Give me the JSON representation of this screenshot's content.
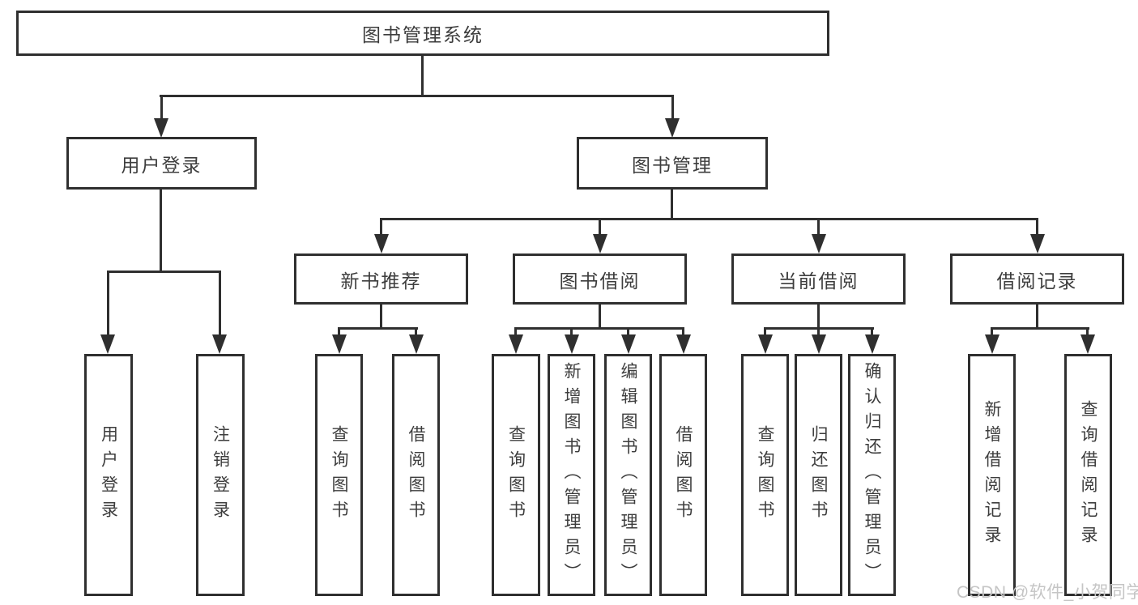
{
  "nodes": {
    "root": "图书管理系统",
    "level2": {
      "user_login": "用户登录",
      "book_mgmt": "图书管理"
    },
    "level3": {
      "new_books": "新书推荐",
      "book_borrow": "图书借阅",
      "current_borrow": "当前借阅",
      "borrow_records": "借阅记录"
    },
    "leaves": {
      "user_login": [
        "用户登录",
        "注销登录"
      ],
      "new_books": [
        "查询图书",
        "借阅图书"
      ],
      "book_borrow": [
        "查询图书",
        "新增图书（管理员）",
        "编辑图书（管理员）",
        "借阅图书"
      ],
      "current_borrow": [
        "查询图书",
        "归还图书",
        "确认归还（管理员）"
      ],
      "borrow_records": [
        "新增借阅记录",
        "查询借阅记录"
      ]
    }
  },
  "watermark": "CSDN @软件_小贺同学",
  "colors": {
    "line": "#2f2f2f",
    "text": "#3d3d3d",
    "watermark": "#c5c5c5",
    "background": "#ffffff"
  }
}
